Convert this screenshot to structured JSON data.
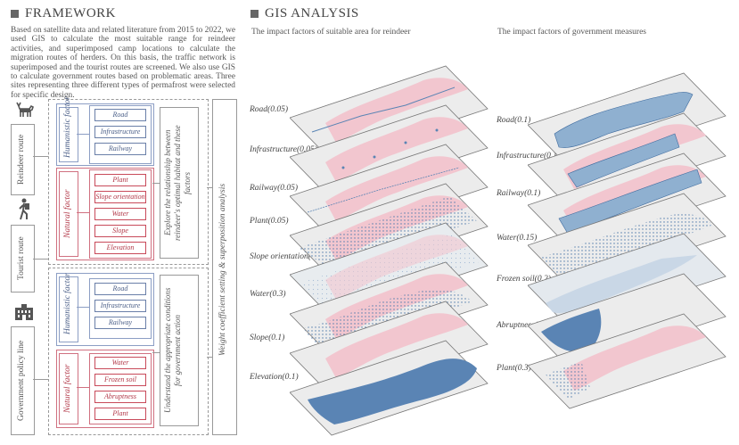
{
  "framework": {
    "title": "FRAMEWORK",
    "paragraph": "Based on satellite data and related literature from 2015 to 2022, we used GIS to calculate the most suitable range for reindeer activities, and superimposed camp locations to calculate the migration routes of herders. On this basis, the traffic network is superimposed and the tourist routes are screened. We also use GIS to calculate government routes based on problematic areas. Three sites representing three different types of permafrost were selected for specific design.",
    "routes": {
      "reindeer": "Reindeer route",
      "tourist": "Tourist route",
      "government": "Government policy line"
    },
    "top_group": {
      "humanistic_label": "Humanistic factor",
      "humanistic_items": [
        "Road",
        "Infrastructure",
        "Railway"
      ],
      "natural_label": "Natural factor",
      "natural_items": [
        "Plant",
        "Slope orientation",
        "Water",
        "Slope",
        "Elevation"
      ],
      "explain": "Explore the relationship between reindeer's optimal habitat and these factors"
    },
    "bottom_group": {
      "humanistic_label": "Humanistic factor",
      "humanistic_items": [
        "Road",
        "Infrastructure",
        "Railway"
      ],
      "natural_label": "Natural factor",
      "natural_items": [
        "Water",
        "Frozen soil",
        "Abruptness",
        "Plant"
      ],
      "explain": "Understand the appropriate conditions for government action"
    },
    "weight_label": "Weight coefficient setting & superposition analysis"
  },
  "gis": {
    "title": "GIS ANALYSIS",
    "left_subtitle": "The impact factors of  suitable area for reindeer",
    "right_subtitle": "The impact factors of government measures",
    "left_layers": [
      "Road(0.05)",
      "Infrastructure(0.05)",
      "Railway(0.05)",
      "Plant(0.05)",
      "Slope orientation(0.3)",
      "Water(0.3)",
      "Slope(0.1)",
      "Elevation(0.1)"
    ],
    "right_layers": [
      "Road(0.1)",
      "Infrastructure(0.1)",
      "Railway(0.1)",
      "Water(0.15)",
      "Frozen soil(0.2)",
      "Abruptness(0.05)",
      "Plant(0.3)"
    ]
  },
  "colors": {
    "pink": "#f2c6cf",
    "blue": "#5a84b4",
    "dark_blue": "#3d6a9e",
    "grey_terrain": "#e3e3e3",
    "box_red": "#c84a5a",
    "box_blue": "#6a7fa8"
  },
  "icons": [
    "reindeer-icon",
    "hiker-icon",
    "government-building-icon"
  ]
}
